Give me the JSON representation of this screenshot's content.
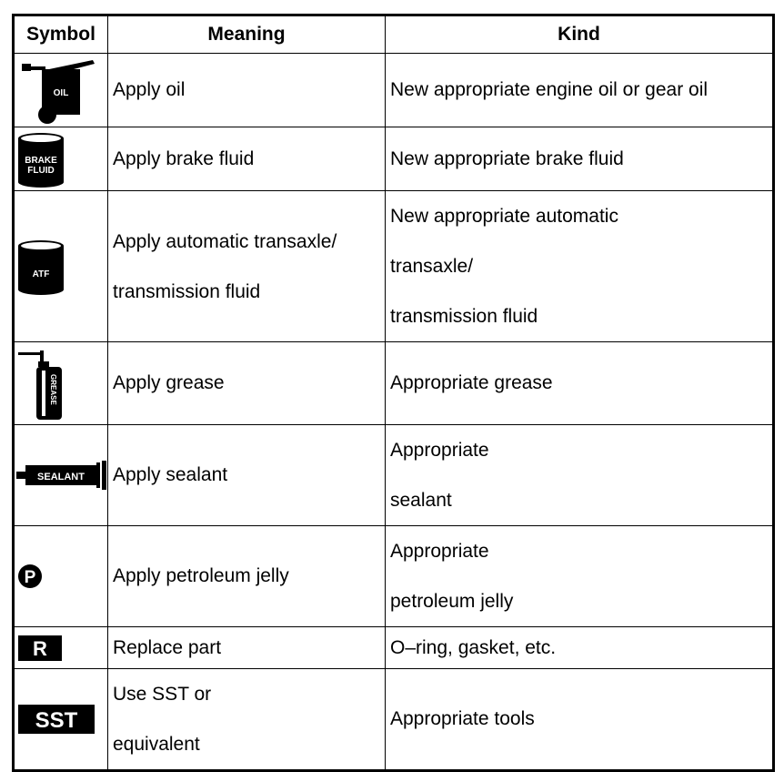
{
  "header": {
    "symbol": "Symbol",
    "meaning": "Meaning",
    "kind": "Kind"
  },
  "rows": [
    {
      "icon": "oil-can-icon",
      "icon_text": "OIL",
      "meaning": [
        "Apply oil"
      ],
      "kind": [
        "New appropriate engine oil or gear oil"
      ]
    },
    {
      "icon": "brake-fluid-can-icon",
      "icon_text": [
        "BRAKE",
        "FLUID"
      ],
      "meaning": [
        "Apply brake fluid"
      ],
      "kind": [
        "New appropriate brake fluid"
      ]
    },
    {
      "icon": "atf-can-icon",
      "icon_text": "ATF",
      "meaning": [
        "Apply automatic transaxle/",
        "transmission fluid"
      ],
      "kind": [
        "New appropriate automatic",
        "transaxle/",
        "transmission fluid"
      ]
    },
    {
      "icon": "grease-can-icon",
      "icon_text": "GREASE",
      "meaning": [
        "Apply grease"
      ],
      "kind": [
        "Appropriate grease"
      ]
    },
    {
      "icon": "sealant-tube-icon",
      "icon_text": "SEALANT",
      "meaning": [
        "Apply sealant"
      ],
      "kind": [
        "Appropriate",
        "sealant"
      ]
    },
    {
      "icon": "petroleum-jelly-icon",
      "icon_text": "P",
      "meaning": [
        "Apply petroleum jelly"
      ],
      "kind": [
        "Appropriate",
        "petroleum jelly"
      ]
    },
    {
      "icon": "replace-part-icon",
      "icon_text": "R",
      "meaning": [
        "Replace part"
      ],
      "kind": [
        "O–ring, gasket, etc."
      ]
    },
    {
      "icon": "sst-icon",
      "icon_text": "SST",
      "meaning": [
        "Use SST or",
        "equivalent"
      ],
      "kind": [
        "Appropriate tools"
      ]
    }
  ]
}
